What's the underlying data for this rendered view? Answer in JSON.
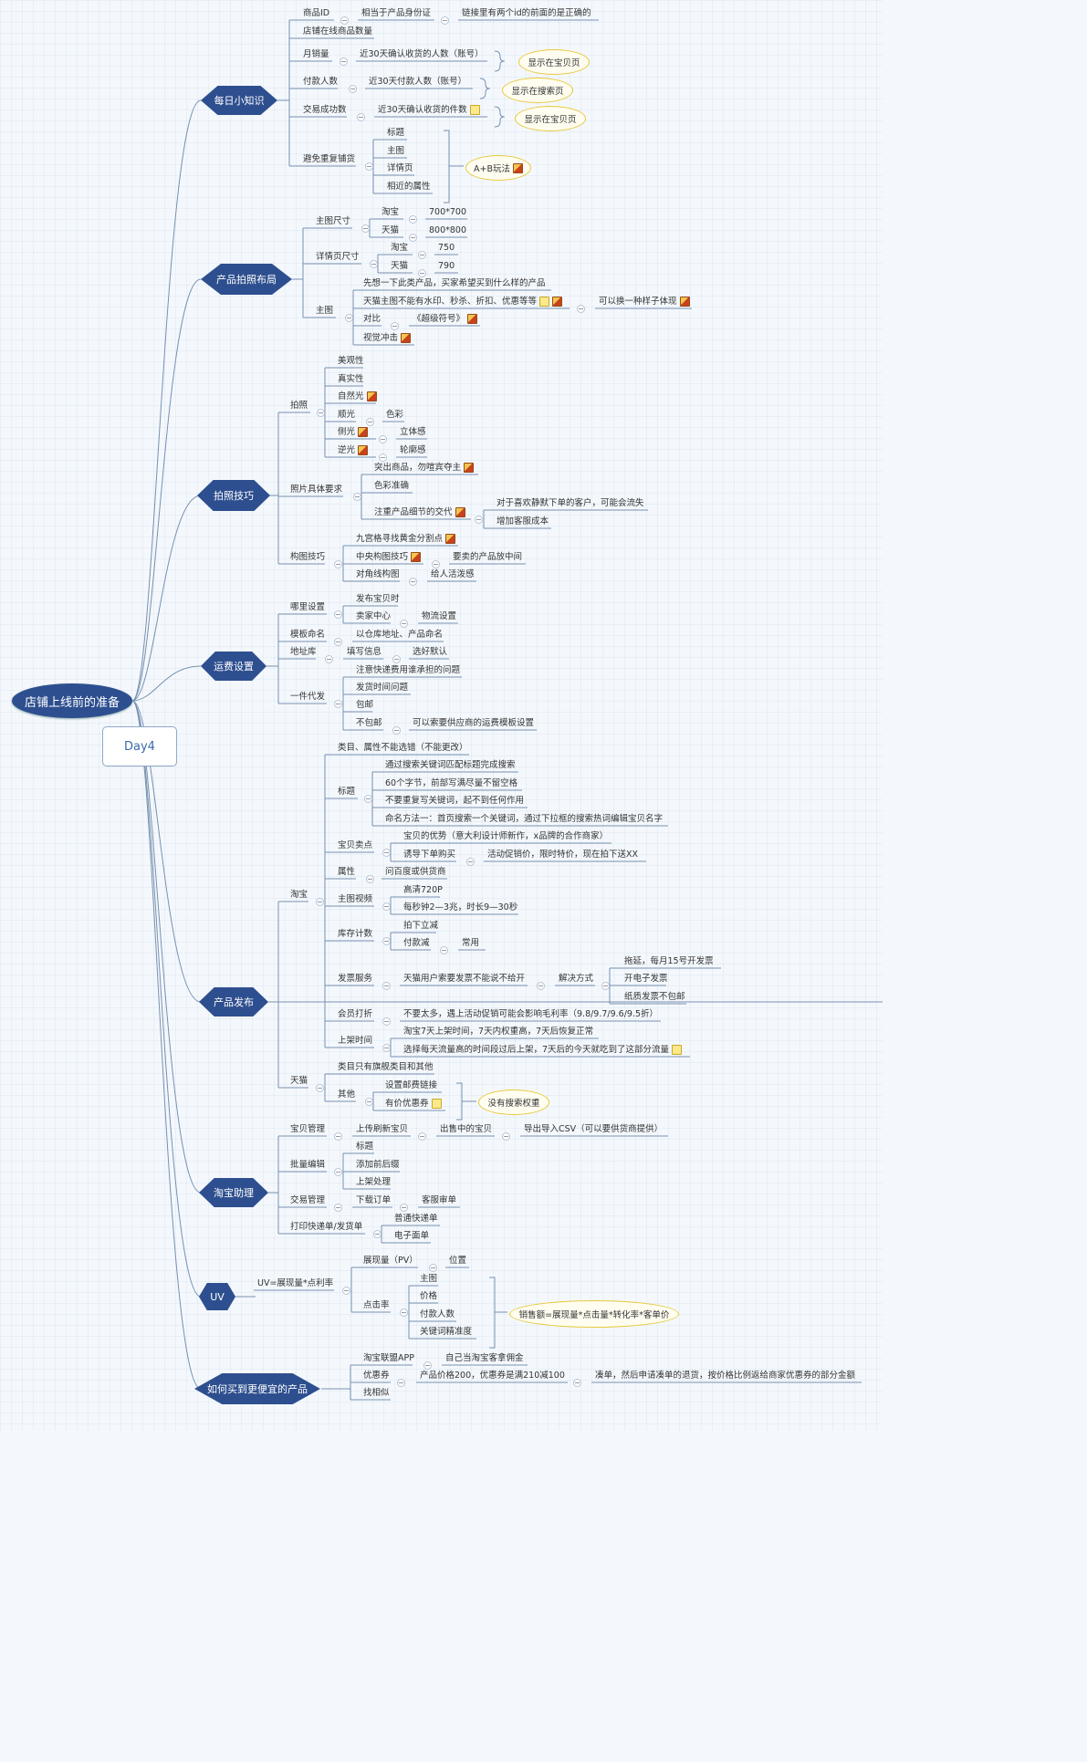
{
  "title": "店铺上线前的准备",
  "subtitle": "Day4",
  "colors": {
    "root": "#2e4f8f",
    "branch": "#2e4f8f",
    "line": "#7890b0",
    "callout": "#e8c83a"
  },
  "branches": [
    {
      "label": "每日小知识",
      "items": [
        "商品ID",
        "相当于产品身份证",
        "链接里有两个id的前面的是正确的",
        "店铺在线商品数量",
        "月销量",
        "近30天确认收货的人数（账号）",
        "显示在宝贝页",
        "付款人数",
        "近30天付款人数（账号）",
        "显示在搜索页",
        "交易成功数",
        "近30天确认收货的件数",
        "显示在宝贝页",
        "避免重复铺货",
        "标题",
        "主图",
        "详情页",
        "相近的属性",
        "A+B玩法"
      ]
    },
    {
      "label": "产品拍照布局",
      "items": [
        "主图尺寸",
        "淘宝",
        "700*700",
        "天猫",
        "800*800",
        "详情页尺寸",
        "淘宝",
        "750",
        "天猫",
        "790",
        "主图",
        "先想一下此类产品，买家希望买到什么样的产品",
        "天猫主图不能有水印、秒杀、折扣、优惠等等",
        "可以换一种样子体现",
        "对比",
        "《超级符号》",
        "视觉冲击"
      ]
    },
    {
      "label": "拍照技巧",
      "items": [
        "拍照",
        "美观性",
        "真实性",
        "自然光",
        "顺光",
        "色彩",
        "侧光",
        "立体感",
        "逆光",
        "轮廓感",
        "照片具体要求",
        "突出商品，勿喧宾夺主",
        "色彩准确",
        "注重产品细节的交代",
        "对于喜欢静默下单的客户，可能会流失",
        "增加客服成本",
        "构图技巧",
        "九宫格寻找黄金分割点",
        "中央构图技巧",
        "要卖的产品放中间",
        "对角线构图",
        "给人活泼感"
      ]
    },
    {
      "label": "运费设置",
      "items": [
        "哪里设置",
        "发布宝贝时",
        "卖家中心",
        "物流设置",
        "模板命名",
        "以仓库地址、产品命名",
        "地址库",
        "填写信息",
        "选好默认",
        "一件代发",
        "注意快递费用谁承担的问题",
        "发货时间问题",
        "包邮",
        "不包邮",
        "可以索要供应商的运费模板设置"
      ]
    },
    {
      "label": "产品发布",
      "items": [
        "淘宝",
        "类目、属性不能选错（不能更改）",
        "标题",
        "通过搜索关键词匹配标题完成搜索",
        "60个字节，前部写满尽量不留空格",
        "不要重复写关键词，起不到任何作用",
        "命名方法一：首页搜索一个关键词，通过下拉框的搜索热词编辑宝贝名字",
        "宝贝卖点",
        "宝贝的优势（意大利设计师新作，x品牌的合作商家）",
        "诱导下单购买",
        "活动促销价，限时特价，现在拍下送XX",
        "属性",
        "问百度或供货商",
        "主图视频",
        "高清720P",
        "每秒钟2—3兆，时长9—30秒",
        "库存计数",
        "拍下立减",
        "付款减",
        "常用",
        "发票服务",
        "天猫用户索要发票不能说不给开",
        "解决方式",
        "拖延，每月15号开发票",
        "开电子发票",
        "纸质发票不包邮",
        "会员打折",
        "不要太多，遇上活动促销可能会影响毛利率（9.8/9.7/9.6/9.5折）",
        "上架时间",
        "淘宝7天上架时间，7天内权重高，7天后恢复正常",
        "选择每天流量高的时间段过后上架，7天后的今天就吃到了这部分流量",
        "天猫",
        "类目只有旗舰类目和其他",
        "其他",
        "设置邮费链接",
        "有价优惠券",
        "没有搜索权重"
      ]
    },
    {
      "label": "淘宝助理",
      "items": [
        "宝贝管理",
        "上传刷新宝贝",
        "出售中的宝贝",
        "导出导入CSV（可以要供货商提供）",
        "批量编辑",
        "标题",
        "添加前后缀",
        "上架处理",
        "交易管理",
        "下载订单",
        "客服审单",
        "打印快递单/发货单",
        "普通快递单",
        "电子面单"
      ]
    },
    {
      "label": "UV",
      "items": [
        "UV=展现量*点利率",
        "展现量（PV）",
        "位置",
        "点击率",
        "主图",
        "价格",
        "付款人数",
        "关键词精准度",
        "销售额=展现量*点击量*转化率*客单价"
      ]
    },
    {
      "label": "如何买到更便宜的产品",
      "items": [
        "淘宝联盟APP",
        "自己当淘宝客拿佣金",
        "优惠券",
        "产品价格200，优惠券是满210减100",
        "凑单，然后申请凑单的退货，按价格比例返给商家优惠券的部分金额",
        "找相似"
      ]
    }
  ]
}
